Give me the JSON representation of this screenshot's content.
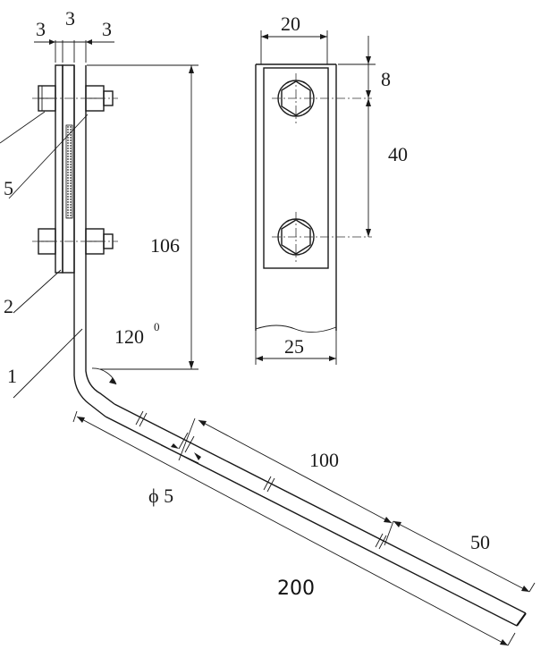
{
  "dimensions": {
    "plate_thickness_left": "3",
    "plate_thickness_mid": "3",
    "plate_thickness_right": "3",
    "plate_width_top": "20",
    "bolt_offset_top": "8",
    "bolt_spacing": "40",
    "height_vertical": "106",
    "bend_angle": "120",
    "bend_angle_sup": "0",
    "base_width": "25",
    "rod_segment": "100",
    "rod_diameter": "ϕ 5",
    "rod_end_segment": "50",
    "rod_total_length": "200"
  },
  "part_labels": {
    "label_5": "5",
    "label_2": "2",
    "label_1": "1"
  }
}
